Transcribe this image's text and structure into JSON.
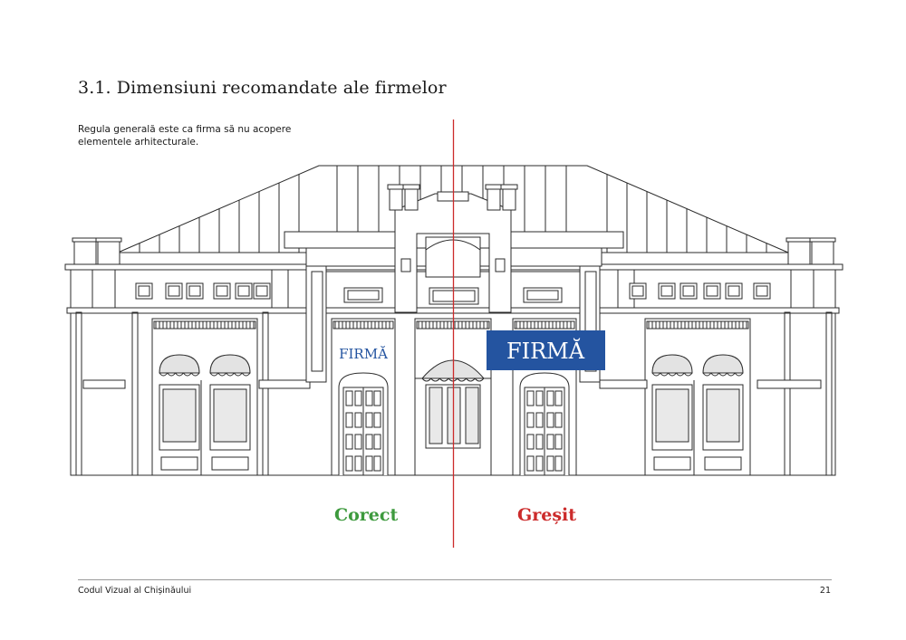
{
  "page": {
    "title": "3.1. Dimensiuni recomandate ale firmelor",
    "intro": "Regula generală este ca firma să nu acopere elementele arhitecturale."
  },
  "illustration": {
    "sign_correct_text": "FIRMĂ",
    "sign_wrong_text": "FIRMĂ"
  },
  "labels": {
    "correct": "Corect",
    "wrong": "Greșit"
  },
  "footer": {
    "publication": "Codul Vizual al Chișinăului",
    "page_number": "21"
  },
  "colors": {
    "correct": "#3d9a3d",
    "wrong": "#cc2b2b",
    "divider": "#cc2b2b",
    "sign_blue": "#2454a0",
    "line": "#2b2b2b",
    "awning": "#e3e3e3",
    "glass": "#e9e9e9"
  }
}
